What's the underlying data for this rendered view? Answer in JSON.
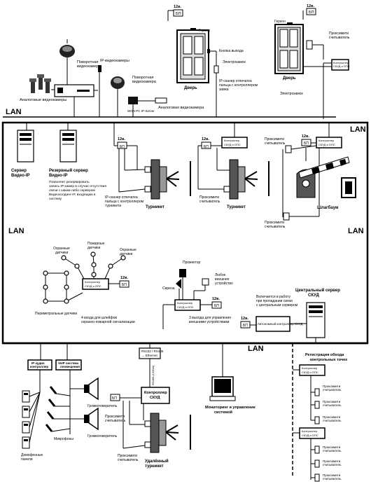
{
  "lan": {
    "top_left": "LAN",
    "box_top_right": "LAN",
    "box_mid_left": "LAN",
    "box_mid_right": "LAN",
    "bottom": "LAN"
  },
  "power": "12в.",
  "bp": "БП",
  "controller": [
    "Контроллер",
    "СКУД и ОПС"
  ],
  "top": {
    "ptz_camera": [
      "Поворотная",
      "видеокамера"
    ],
    "analog_cameras": "Аналоговые видеокамеры",
    "ip_cameras": "IP-видеокамеры",
    "ptz_camera2": [
      "Поворотная",
      "видеокамера"
    ],
    "ip_server": "WON PC IP-Server",
    "analog_camera": "Аналоговая видеокамера",
    "door1_title": "Дверь",
    "gerkon": "Геркон",
    "exit_button": "Кнопка выхода",
    "elektrozamok": "Электрозамок",
    "ip_scanner": [
      "IP-сканер отпечатка",
      "пальца с контроллером",
      "замка"
    ],
    "door2_title": "Дверь",
    "gerkon2": "Геркон",
    "prox_reader": [
      "Проксимити",
      "считыватель"
    ],
    "elektrozamok2": "Электрозамок"
  },
  "mid": {
    "server": [
      "Сервер",
      "Видео-IP"
    ],
    "reserve_server": [
      "Резервный сервер",
      "Видео-IP"
    ],
    "reserve_desc": [
      "Позволяет резервировать",
      "запись IP-камер в случае отсутствия",
      "связи с каким-либо сервером",
      "Видеохолдинг-IP, входящим в",
      "систему"
    ],
    "turnstile1_scanner": [
      "IP-сканер отпечатка",
      "пальца с контроллером",
      "турникета"
    ],
    "turnstile1": "Турникет",
    "prox_reader": [
      "Проксимити",
      "считыватель"
    ],
    "turnstile2": "Турникет",
    "prox_reader_top": [
      "Проксимити",
      "считыватель"
    ],
    "prox_reader_bottom": [
      "Проксимити",
      "считыватель"
    ],
    "barrier": "Шлагбаум",
    "security_sensors": [
      "Охранные",
      "датчики"
    ],
    "fire_sensors": [
      "Пожарные",
      "датчики"
    ],
    "security_sensors2": [
      "Охранные",
      "датчики"
    ],
    "perimeter": "Периметральные датчики",
    "loops_note": [
      "4 входа для шлейфов",
      "охранно-пожарной сигнализации"
    ],
    "projector": "Прожектор",
    "siren": "Сирена",
    "ext_device": [
      "Любое",
      "внешнее",
      "устройство"
    ],
    "outputs_note": [
      "3 выхода для управления",
      "внешними устройствами"
    ],
    "central_note": [
      "Включается в работу",
      "при пропадании связи",
      "с центральным сервером"
    ],
    "autonomous": "Автономный контроллер СКУД",
    "central_server": [
      "Центральный сервер",
      "СКУД"
    ]
  },
  "bottom": {
    "ip_audio": [
      "IP аудио",
      "контроллер"
    ],
    "voip": [
      "VoIP система",
      "оповещения"
    ],
    "speaker1": "Громкоговоритель",
    "speaker2": "Громкоговоритель",
    "door_panels": [
      "Домофонные",
      "панели"
    ],
    "microphones": "Микрофоны",
    "rs_converter": [
      "RS232 / RS485",
      "→ Ethernet"
    ],
    "rs485": "RS485 (1200m)",
    "skud_controller": [
      "Контроллер",
      "СКУД"
    ],
    "prox_reader": [
      "Проксимити",
      "считыватель"
    ],
    "prox_reader2": [
      "Проксимити",
      "считыватель"
    ],
    "remote_turnstile": [
      "Удалённый",
      "турникет"
    ],
    "monitoring": [
      "Мониторинг и управление",
      "системой"
    ],
    "patrol": [
      "Регистрация обхода",
      "контрольных точек"
    ],
    "patrol_readers": [
      [
        "Проксимити",
        "считыватель"
      ],
      [
        "Проксимити",
        "считыватель"
      ],
      [
        "Проксимити",
        "считыватель"
      ],
      [
        "Проксимити",
        "считыватель"
      ],
      [
        "Проксимити",
        "считыватель"
      ],
      [
        "Проксимити",
        "считыватель"
      ]
    ]
  }
}
